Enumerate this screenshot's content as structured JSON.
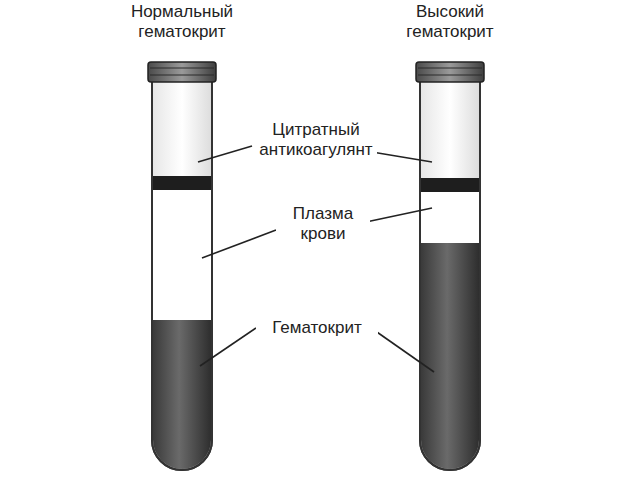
{
  "diagram": {
    "nodes": [
      {
        "text": [
          "Нормальный гематокрит"
        ]
      },
      {
        "text": [
          "Высокий гематокрит"
        ]
      }
    ],
    "labels": [
      "Цитратный антикоагулянт",
      "Плазма крови",
      "Гематокрит"
    ]
  }
}
